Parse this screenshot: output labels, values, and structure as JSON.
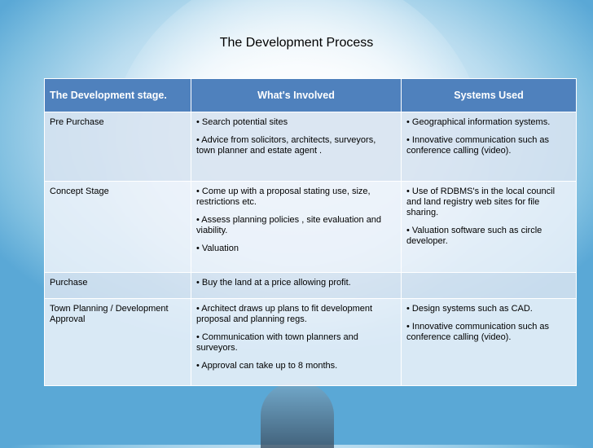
{
  "title": "The Development Process",
  "headers": [
    "The Development stage.",
    "What's Involved",
    "Systems Used"
  ],
  "rows": [
    {
      "stage": "Pre Purchase",
      "involved": [
        "• Search potential sites",
        "• Advice from solicitors, architects, surveyors, town planner and estate agent ."
      ],
      "systems": [
        "• Geographical information systems.",
        "• Innovative communication such  as conference calling (video)."
      ]
    },
    {
      "stage": "Concept Stage",
      "involved": [
        "• Come up with a proposal stating use, size, restrictions etc.",
        "• Assess planning policies , site evaluation and viability.",
        "• Valuation"
      ],
      "systems": [
        "• Use of RDBMS's in  the local council and land registry web sites for file sharing.",
        "• Valuation software such as circle developer."
      ]
    },
    {
      "stage": "Purchase",
      "involved": [
        "• Buy the land at a price allowing profit."
      ],
      "systems": []
    },
    {
      "stage": "Town Planning / Development Approval",
      "involved": [
        "• Architect draws up plans to fit  development proposal and planning regs.",
        "• Communication with town planners and surveyors.",
        "• Approval can take up to 8 months."
      ],
      "systems": [
        "• Design systems such as CAD.",
        "• Innovative communication such  as conference calling (video)."
      ]
    }
  ]
}
